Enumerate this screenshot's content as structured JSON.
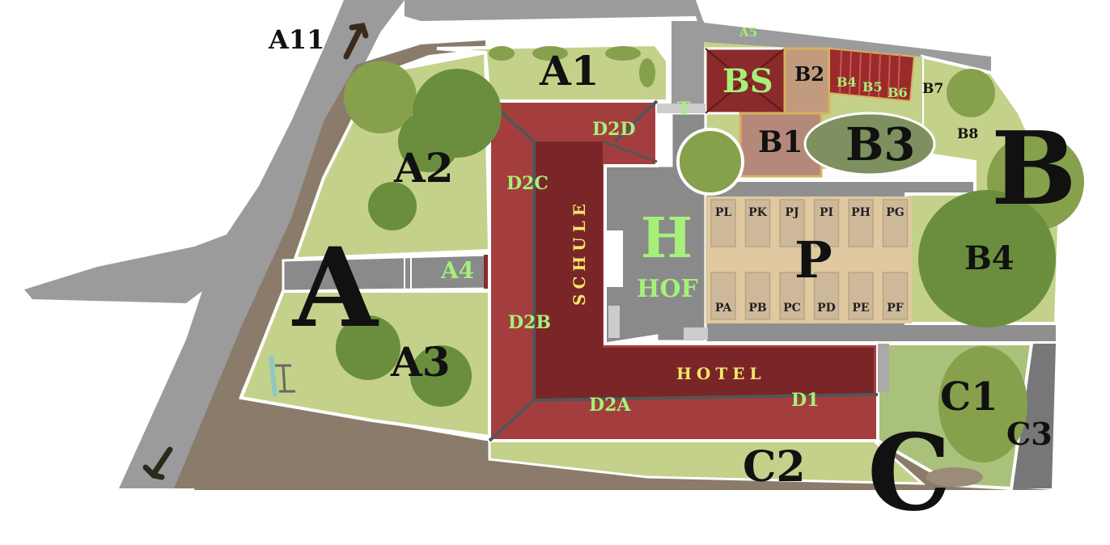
{
  "map": {
    "zones": {
      "big_a": "A",
      "big_b": "B",
      "big_c": "C",
      "a1": "A1",
      "a2": "A2",
      "a3": "A3",
      "a4": "A4",
      "a5": "A5",
      "a11": "A11",
      "b1": "B1",
      "b2": "B2",
      "b3": "B3",
      "b4_tree": "B4",
      "b4_small": "B4",
      "b5": "B5",
      "b6": "B6",
      "b7": "B7",
      "b8": "B8",
      "bs": "BS",
      "c1": "C1",
      "c2": "C2",
      "c3": "C3",
      "d1": "D1",
      "d2a": "D2A",
      "d2b": "D2B",
      "d2c": "D2C",
      "d2d": "D2D",
      "t": "T",
      "h": "H",
      "hof": "HOF",
      "p": "P",
      "schule": "SCHULE",
      "hotel": "HOTEL"
    },
    "parking_top": [
      "PL",
      "PK",
      "PJ",
      "PI",
      "PH",
      "PG"
    ],
    "parking_bottom": [
      "PA",
      "PB",
      "PC",
      "PD",
      "PE",
      "PF"
    ],
    "icons": {
      "arrow_up": "arrow-up-icon",
      "arrow_down": "arrow-down-icon",
      "swing": "swing-icon"
    }
  }
}
